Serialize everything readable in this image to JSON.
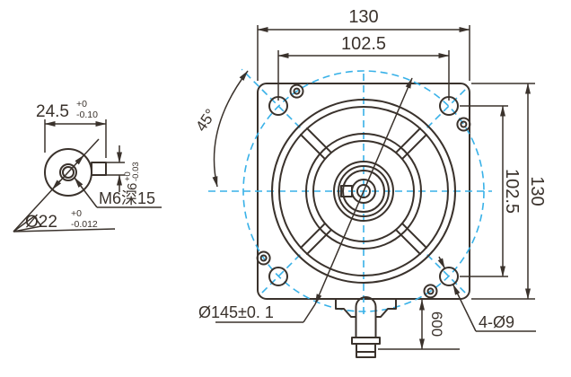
{
  "drawing_title": "motor-flange-dimension-drawing",
  "colors": {
    "line": "#3a322c",
    "centerline": "#38b1e8",
    "background": "#ffffff"
  },
  "front_view": {
    "dim_width_outer": "130",
    "dim_width_inner": "102.5",
    "dim_height_outer": "130",
    "dim_height_inner": "102.5",
    "dim_angle": "45°",
    "dim_bolt_circle": "Ø145±0. 1",
    "dim_corner_holes": "4-Ø9",
    "dim_lead_length": "600"
  },
  "shaft_end_view": {
    "dim_across": {
      "value": "24.5",
      "tol_upper": "+0",
      "tol_lower": "-0.10"
    },
    "dim_key_height": {
      "value": "6",
      "tol_upper": "+0",
      "tol_lower": "-0.03"
    },
    "dim_shaft_dia": {
      "value": "Ø22",
      "tol_upper": "+0",
      "tol_lower": "-0.012"
    },
    "label_tapped_hole": "M6深15"
  }
}
